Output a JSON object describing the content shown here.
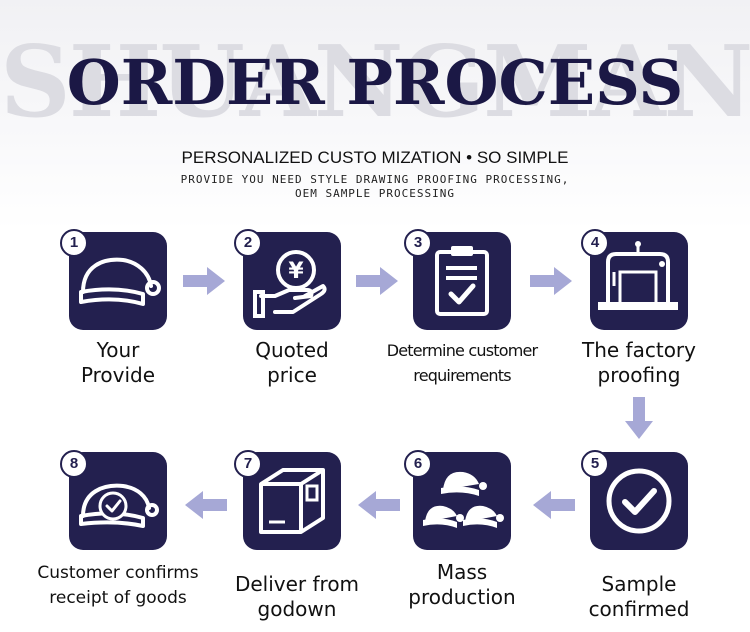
{
  "header": {
    "watermark": "SHUANGMAN",
    "title": "ORDER PROCESS",
    "subtitle": "PERSONALIZED CUSTO MIZATION • SO SIMPLE",
    "description_line1": "PROVIDE YOU NEED STYLE DRAWING PROOFING PROCESSING,",
    "description_line2": "OEM SAMPLE PROCESSING"
  },
  "steps": [
    {
      "number": "1",
      "label": "Your\nProvide",
      "icon": "santa-hat-icon"
    },
    {
      "number": "2",
      "label": "Quoted\nprice",
      "icon": "yuan-coin-hand-icon"
    },
    {
      "number": "3",
      "label": "Determine customer\nrequirements",
      "icon": "clipboard-check-icon"
    },
    {
      "number": "4",
      "label": "The factory\nproofing",
      "icon": "sewing-machine-icon"
    },
    {
      "number": "5",
      "label": "Sample\nconfirmed",
      "icon": "check-circle-icon"
    },
    {
      "number": "6",
      "label": "Mass\nproduction",
      "icon": "hats-stack-icon"
    },
    {
      "number": "7",
      "label": "Deliver from\ngodown",
      "icon": "package-box-icon"
    },
    {
      "number": "8",
      "label": "Customer confirms\nreceipt of goods",
      "icon": "hat-check-icon"
    }
  ],
  "colors": {
    "box": "#23204f",
    "title": "#1b1845",
    "arrow": "#a6a8d6",
    "watermark": "#dcdce2"
  }
}
